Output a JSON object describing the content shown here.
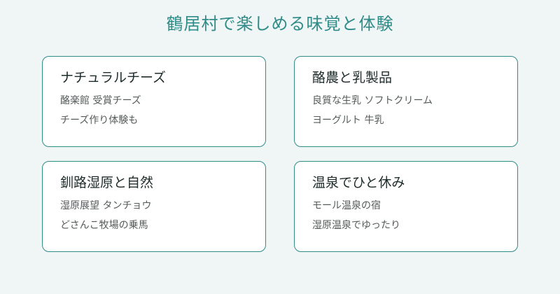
{
  "title": "鶴居村で楽しめる味覚と体験",
  "colors": {
    "accent": "#2f8c89",
    "background": "#f0f5f5",
    "card_background": "#ffffff",
    "heading_text": "#1f2b2b",
    "body_text": "#555a5a"
  },
  "cards": [
    {
      "title": "ナチュラルチーズ",
      "lines": [
        "酪楽館 受賞チーズ",
        "チーズ作り体験も"
      ]
    },
    {
      "title": "酪農と乳製品",
      "lines": [
        "良質な生乳 ソフトクリーム",
        "ヨーグルト 牛乳"
      ]
    },
    {
      "title": "釧路湿原と自然",
      "lines": [
        "湿原展望 タンチョウ",
        "どさんこ牧場の乗馬"
      ]
    },
    {
      "title": "温泉でひと休み",
      "lines": [
        "モール温泉の宿",
        "湿原温泉でゆったり"
      ]
    }
  ]
}
